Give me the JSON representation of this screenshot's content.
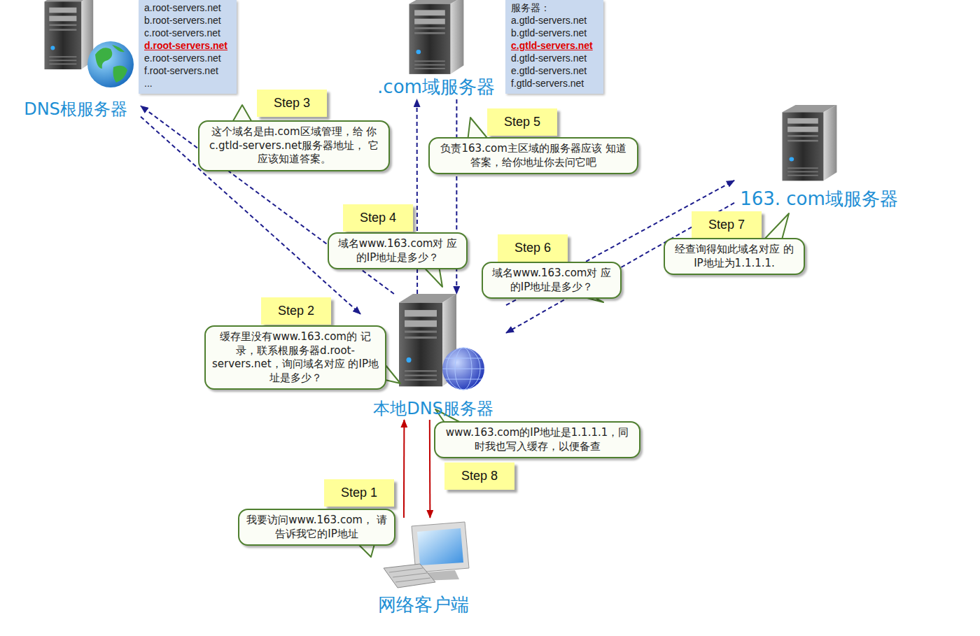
{
  "diagram": {
    "nodes": [
      {
        "text": [
          "DNS根服务器"
        ]
      },
      {
        "text": [
          "a.root-servers.net",
          "b.root-servers.net",
          "c.root-servers.net",
          "d.root-servers.net",
          "e.root-servers.net",
          "f.root-servers.net",
          "..."
        ]
      },
      {
        "text": [
          ".com域服务器"
        ]
      },
      {
        "text": [
          "服务器：",
          "a.gtld-servers.net",
          "b.gtld-servers.net",
          "c.gtld-servers.net",
          "d.gtld-servers.net",
          "e.gtld-servers.net",
          "f.gtld-servers.net"
        ]
      },
      {
        "text": [
          "Step 3"
        ]
      },
      {
        "text": [
          "这个域名是由.com区域管理，给 你c.gtld-servers.net服务器地址， 它应该知道答案。"
        ]
      },
      {
        "text": [
          "Step 5"
        ]
      },
      {
        "text": [
          "负责163.com主区域的服务器应该 知道答案，给你地址你去问它吧"
        ]
      },
      {
        "text": [
          "163. com域服务器"
        ]
      },
      {
        "text": [
          "Step 7"
        ]
      },
      {
        "text": [
          "Step 4"
        ]
      },
      {
        "text": [
          "域名www.163.com对 应的IP地址是多少？"
        ]
      },
      {
        "text": [
          "经查询得知此域名对应 的IP地址为1.1.1.1."
        ]
      },
      {
        "text": [
          "Step 6"
        ]
      },
      {
        "text": [
          "域名www.163.com对 应的IP地址是多少？"
        ]
      },
      {
        "text": [
          "Step 2"
        ]
      },
      {
        "text": [
          "缓存里没有www.163.com的 记录，联系根服务器d.root- servers.net，询问域名对应 的IP地址是多少？"
        ]
      },
      {
        "text": [
          "本地DNS服务器"
        ]
      },
      {
        "text": [
          "www.163.com的IP地址是1.1.1.1，同 时我也写入缓存，以便备查"
        ]
      },
      {
        "text": [
          "Step 8"
        ]
      },
      {
        "text": [
          "Step 1"
        ]
      },
      {
        "text": [
          "我要访问www.163.com， 请告诉我它的IP地址"
        ]
      },
      {
        "text": [
          "网络客户端"
        ]
      }
    ],
    "edges": [
      {
        "from": 22,
        "to": 17,
        "arrow": "to"
      },
      {
        "from": 17,
        "to": 0,
        "arrow": "to"
      },
      {
        "from": 0,
        "to": 17,
        "arrow": "to"
      },
      {
        "from": 17,
        "to": 2,
        "arrow": "to"
      },
      {
        "from": 2,
        "to": 17,
        "arrow": "to"
      },
      {
        "from": 17,
        "to": 8,
        "arrow": "to"
      },
      {
        "from": 8,
        "to": 17,
        "arrow": "to"
      },
      {
        "from": 17,
        "to": 22,
        "arrow": "to"
      }
    ]
  }
}
